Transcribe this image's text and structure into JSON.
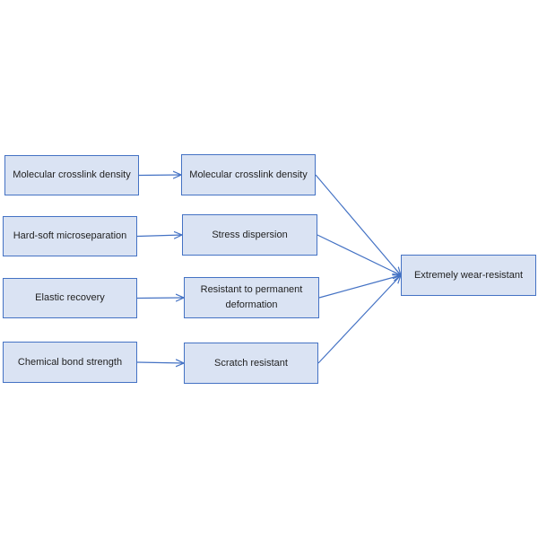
{
  "colors": {
    "box_fill": "#dae3f3",
    "box_border": "#4472c4",
    "arrow": "#4472c4",
    "text": "#1f1f1f"
  },
  "nodes": {
    "left": [
      {
        "label": "Molecular crosslink density"
      },
      {
        "label": "Hard-soft microseparation"
      },
      {
        "label": "Elastic recovery"
      },
      {
        "label": "Chemical bond strength"
      }
    ],
    "middle": [
      {
        "label": "Molecular crosslink density"
      },
      {
        "label": "Stress dispersion"
      },
      {
        "label": "Resistant to permanent deformation"
      },
      {
        "label": "Scratch resistant"
      }
    ],
    "result": {
      "label": "Extremely wear-resistant"
    }
  },
  "edges": [
    {
      "from": "left.0",
      "to": "middle.0"
    },
    {
      "from": "left.1",
      "to": "middle.1"
    },
    {
      "from": "left.2",
      "to": "middle.2"
    },
    {
      "from": "left.3",
      "to": "middle.3"
    },
    {
      "from": "middle.0",
      "to": "result"
    },
    {
      "from": "middle.1",
      "to": "result"
    },
    {
      "from": "middle.2",
      "to": "result"
    },
    {
      "from": "middle.3",
      "to": "result"
    }
  ]
}
